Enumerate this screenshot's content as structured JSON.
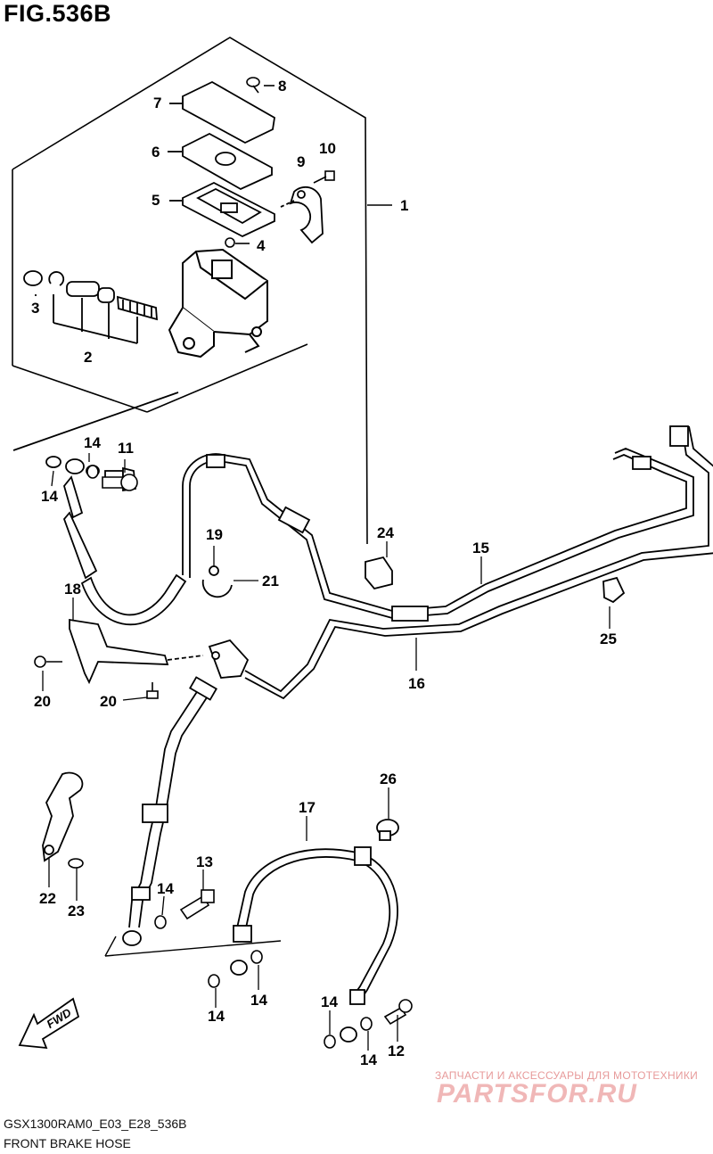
{
  "figure": {
    "title": "FIG.536B"
  },
  "footer": {
    "code": "GSX1300RAM0_E03_E28_536B",
    "caption": "FRONT BRAKE HOSE"
  },
  "watermark": {
    "line1": "ЗАПЧАСТИ И АКСЕССУАРЫ ДЛЯ МОТОТЕХНИКИ",
    "line2": "PARTSFOR.RU"
  },
  "direction": {
    "label": "FWD"
  },
  "callouts": [
    {
      "id": "1",
      "label": "1"
    },
    {
      "id": "2",
      "label": "2"
    },
    {
      "id": "3",
      "label": "3"
    },
    {
      "id": "4",
      "label": "4"
    },
    {
      "id": "5",
      "label": "5"
    },
    {
      "id": "6",
      "label": "6"
    },
    {
      "id": "7",
      "label": "7"
    },
    {
      "id": "8",
      "label": "8"
    },
    {
      "id": "9",
      "label": "9"
    },
    {
      "id": "10",
      "label": "10"
    },
    {
      "id": "11",
      "label": "11"
    },
    {
      "id": "12",
      "label": "12"
    },
    {
      "id": "13",
      "label": "13"
    },
    {
      "id": "14a",
      "label": "14"
    },
    {
      "id": "14b",
      "label": "14"
    },
    {
      "id": "14c",
      "label": "14"
    },
    {
      "id": "14d",
      "label": "14"
    },
    {
      "id": "14e",
      "label": "14"
    },
    {
      "id": "14f",
      "label": "14"
    },
    {
      "id": "14g",
      "label": "14"
    },
    {
      "id": "15",
      "label": "15"
    },
    {
      "id": "16",
      "label": "16"
    },
    {
      "id": "17",
      "label": "17"
    },
    {
      "id": "18",
      "label": "18"
    },
    {
      "id": "19",
      "label": "19"
    },
    {
      "id": "20a",
      "label": "20"
    },
    {
      "id": "20b",
      "label": "20"
    },
    {
      "id": "21",
      "label": "21"
    },
    {
      "id": "22",
      "label": "22"
    },
    {
      "id": "23",
      "label": "23"
    },
    {
      "id": "24",
      "label": "24"
    },
    {
      "id": "25",
      "label": "25"
    },
    {
      "id": "26",
      "label": "26"
    }
  ]
}
